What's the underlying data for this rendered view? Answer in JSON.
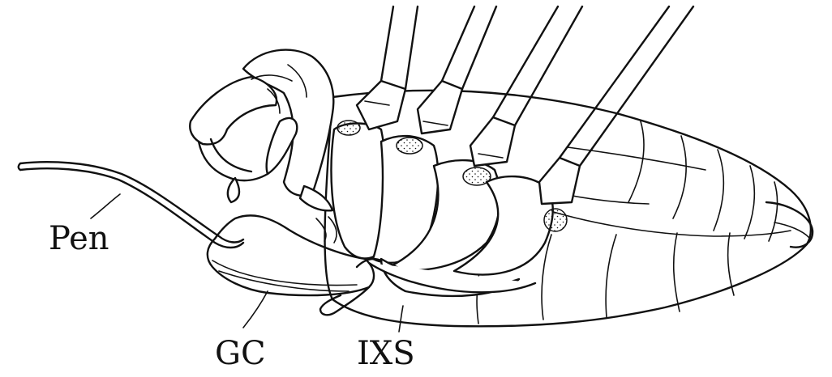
{
  "labels": {
    "pen": "Pen",
    "gc": "GC",
    "ixs": "IXS"
  },
  "colors": {
    "ink": "#111111",
    "background": "#ffffff"
  }
}
